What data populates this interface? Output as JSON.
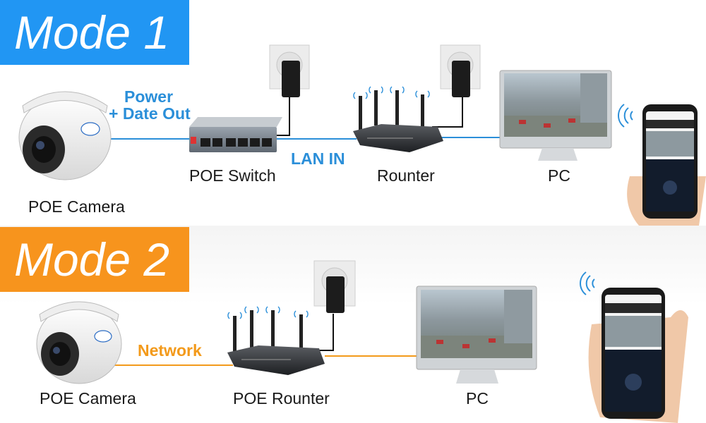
{
  "colors": {
    "mode1": "#2196f3",
    "mode2": "#f7941d",
    "line1": "#2b8fd9",
    "line2": "#f39a1b"
  },
  "mode1": {
    "title": "Mode 1",
    "power_label_1": "Power",
    "power_label_2": "+ Date Out",
    "lan_label": "LAN IN",
    "camera": "POE Camera",
    "switch": "POE Switch",
    "router": "Rounter",
    "pc": "PC"
  },
  "mode2": {
    "title": "Mode 2",
    "network_label": "Network",
    "camera": "POE Camera",
    "router": "POE Rounter",
    "pc": "PC"
  },
  "icons": [
    "dome-camera-icon",
    "poe-switch-icon",
    "wall-outlet-icon",
    "router-icon",
    "monitor-icon",
    "smartphone-icon",
    "wifi-signal-icon"
  ]
}
